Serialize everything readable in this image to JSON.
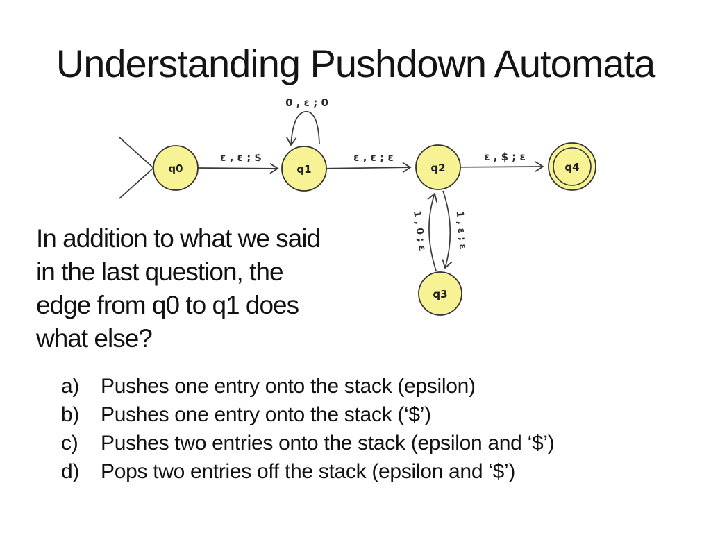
{
  "slide": {
    "title": "Understanding Pushdown Automata"
  },
  "diagram": {
    "type": "pushdown-automaton-state-diagram",
    "state_fill": "#f7f394",
    "stroke_color": "#3a3a3a",
    "states": [
      {
        "label": "q0",
        "role": "start"
      },
      {
        "label": "q1",
        "role": "normal"
      },
      {
        "label": "q2",
        "role": "normal"
      },
      {
        "label": "q3",
        "role": "normal"
      },
      {
        "label": "q4",
        "role": "accepting"
      }
    ],
    "transitions": [
      {
        "from": "q0",
        "to": "q1",
        "label": "ε , ε ; $"
      },
      {
        "from": "q1",
        "to": "q1",
        "label": "0 , ε ; 0"
      },
      {
        "from": "q1",
        "to": "q2",
        "label": "ε , ε ; ε"
      },
      {
        "from": "q2",
        "to": "q4",
        "label": "ε , $ ; ε"
      },
      {
        "from": "q3",
        "to": "q2",
        "label": "1 , 0 ; ε"
      },
      {
        "from": "q2",
        "to": "q3",
        "label": "1 , ε ; ε"
      }
    ]
  },
  "question": {
    "lines": [
      "In addition to what we said",
      "in the last question, the",
      "edge from q0 to q1 does",
      "what else?"
    ]
  },
  "options": [
    {
      "marker": "a)",
      "text": "Pushes one entry onto the stack (epsilon)"
    },
    {
      "marker": "b)",
      "text": "Pushes one entry onto the stack (‘$’)"
    },
    {
      "marker": "c)",
      "text": "Pushes two entries onto the stack (epsilon and ‘$’)"
    },
    {
      "marker": "d)",
      "text": "Pops two entries off the stack (epsilon and ‘$’)"
    }
  ]
}
